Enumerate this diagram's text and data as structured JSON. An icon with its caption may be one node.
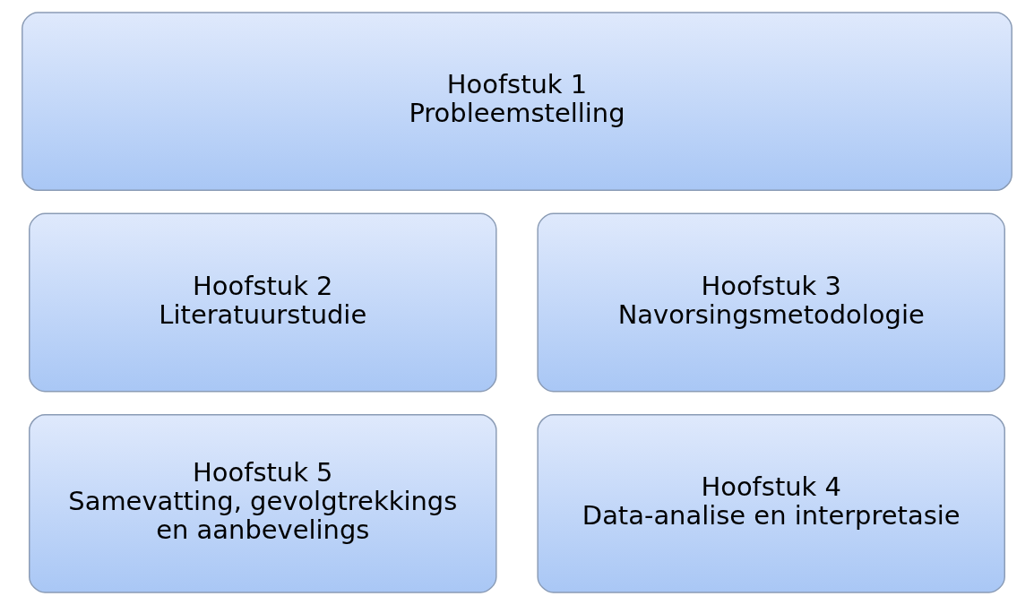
{
  "diagram": {
    "nodes": [
      {
        "text": [
          "Hoofstuk 1",
          "Probleemstelling"
        ]
      },
      {
        "text": [
          "Hoofstuk 2",
          "Literatuurstudie"
        ]
      },
      {
        "text": [
          "Hoofstuk 3",
          "Navorsingsmetodologie"
        ]
      },
      {
        "text": [
          "Hoofstuk 5",
          "Samevatting, gevolgtrekkings en aanbevelings"
        ]
      },
      {
        "text": [
          "Hoofstuk 4",
          "Data-analise en interpretasie"
        ]
      }
    ],
    "edges": []
  }
}
